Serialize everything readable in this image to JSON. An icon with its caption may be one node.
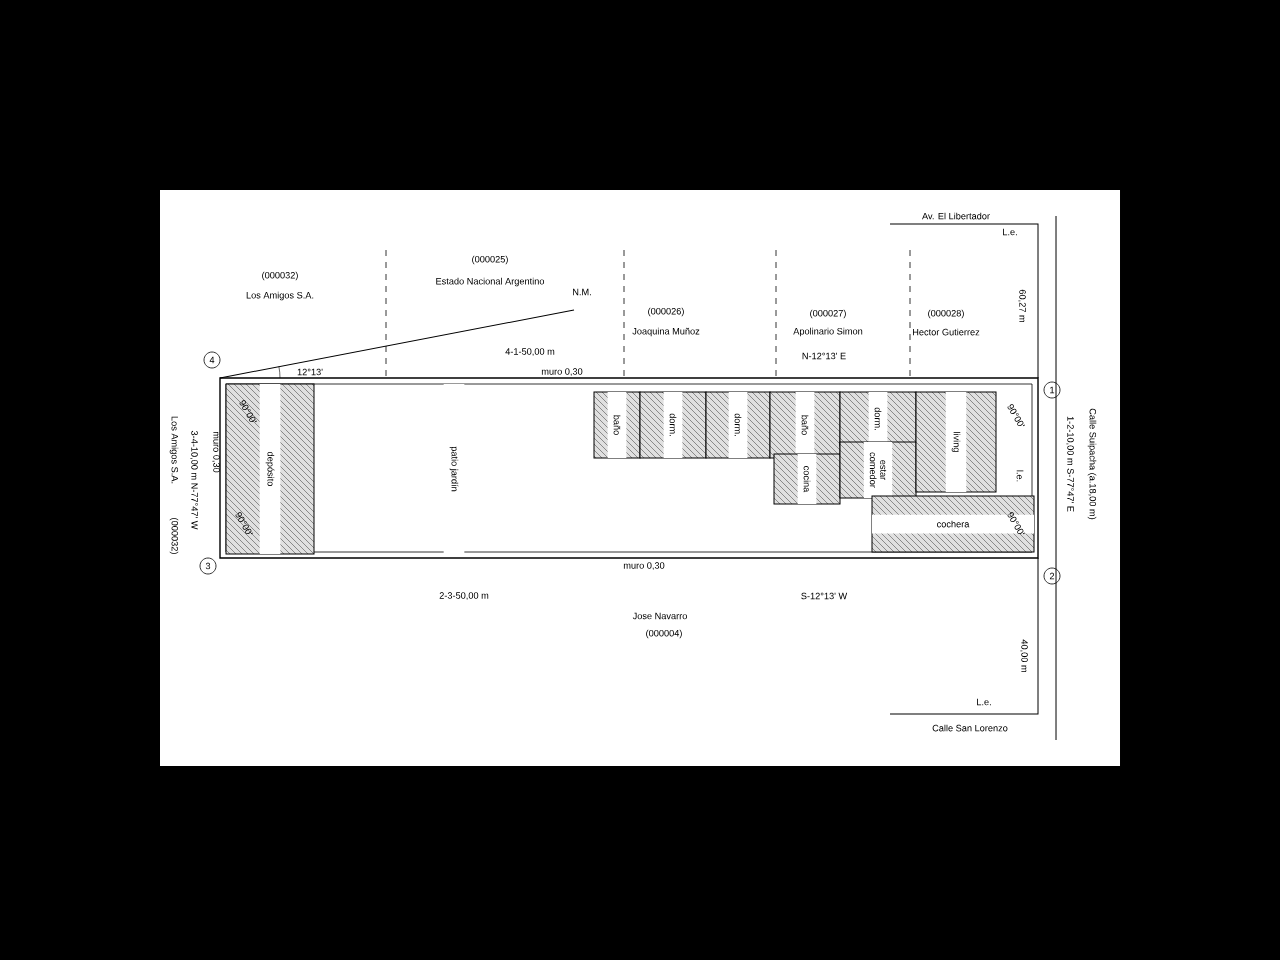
{
  "diagram": {
    "nodes": [
      {
        "text": [
          "depósito"
        ]
      },
      {
        "text": [
          "patio jardín"
        ]
      },
      {
        "text": [
          "baño"
        ]
      },
      {
        "text": [
          "dorm."
        ]
      },
      {
        "text": [
          "dorm."
        ]
      },
      {
        "text": [
          "baño"
        ]
      },
      {
        "text": [
          "cocina"
        ]
      },
      {
        "text": [
          "dorm."
        ]
      },
      {
        "text": [
          "estar comedor"
        ]
      },
      {
        "text": [
          "living"
        ]
      },
      {
        "text": [
          "cochera"
        ]
      }
    ],
    "edges": [],
    "labels": [
      "(000025)",
      "Av. El Libertador",
      "L.e.",
      "(000032)",
      "Estado Nacional Argentino",
      "Los Amigos S.A.",
      "N.M.",
      "(000026)",
      "(000027)",
      "(000028)",
      "Joaquina Muñoz",
      "Apolinario Simon",
      "Hector Gutierrez",
      "60,27 m",
      "4",
      "4-1-50,00 m",
      "N-12°13' E",
      "12°13'",
      "muro 0,30",
      "1",
      "1-2-10,00 m  S-77°47' E",
      "Calle Suipacha (a.18,00 m)",
      "90°00'",
      "muro 0,30",
      "3-4-10,00 m  N-77°47' W",
      "Los Amigos S.A.",
      "(000032)",
      "l.e.",
      "90°00'",
      "90°00'",
      "90°00'",
      "3",
      "muro 0,30",
      "2",
      "2-3-50,00 m",
      "S-12°13' W",
      "Jose Navarro",
      "(000004)",
      "40,00 m",
      "L.e.",
      "Calle San Lorenzo"
    ]
  }
}
